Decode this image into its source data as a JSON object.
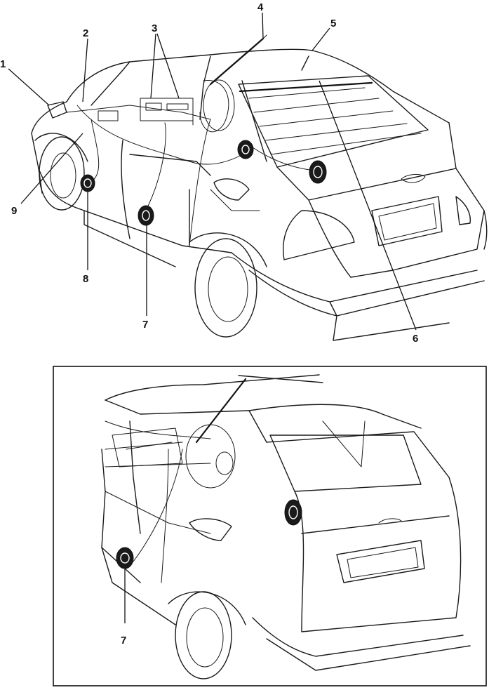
{
  "callouts": {
    "c1": "1",
    "c2": "2",
    "c3": "3",
    "c4": "4",
    "c5": "5",
    "c6": "6",
    "c7_sedan": "7",
    "c8": "8",
    "c9": "9",
    "c7_wagon": "7"
  }
}
